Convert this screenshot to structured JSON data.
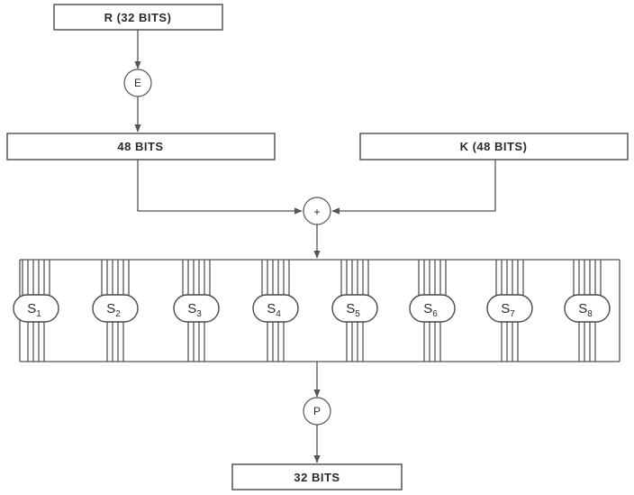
{
  "blocks": {
    "r_input": "R (32 BITS)",
    "expanded": "48 BITS",
    "key": "K (48 BITS)",
    "output": "32 BITS"
  },
  "operators": {
    "expansion": "E",
    "xor": "+",
    "permutation": "P"
  },
  "sboxes": [
    {
      "letter": "S",
      "index": "1"
    },
    {
      "letter": "S",
      "index": "2"
    },
    {
      "letter": "S",
      "index": "3"
    },
    {
      "letter": "S",
      "index": "4"
    },
    {
      "letter": "S",
      "index": "5"
    },
    {
      "letter": "S",
      "index": "6"
    },
    {
      "letter": "S",
      "index": "7"
    },
    {
      "letter": "S",
      "index": "8"
    }
  ],
  "colors": {
    "line": "#555555",
    "text": "#2b2b2b",
    "background": "#ffffff"
  }
}
